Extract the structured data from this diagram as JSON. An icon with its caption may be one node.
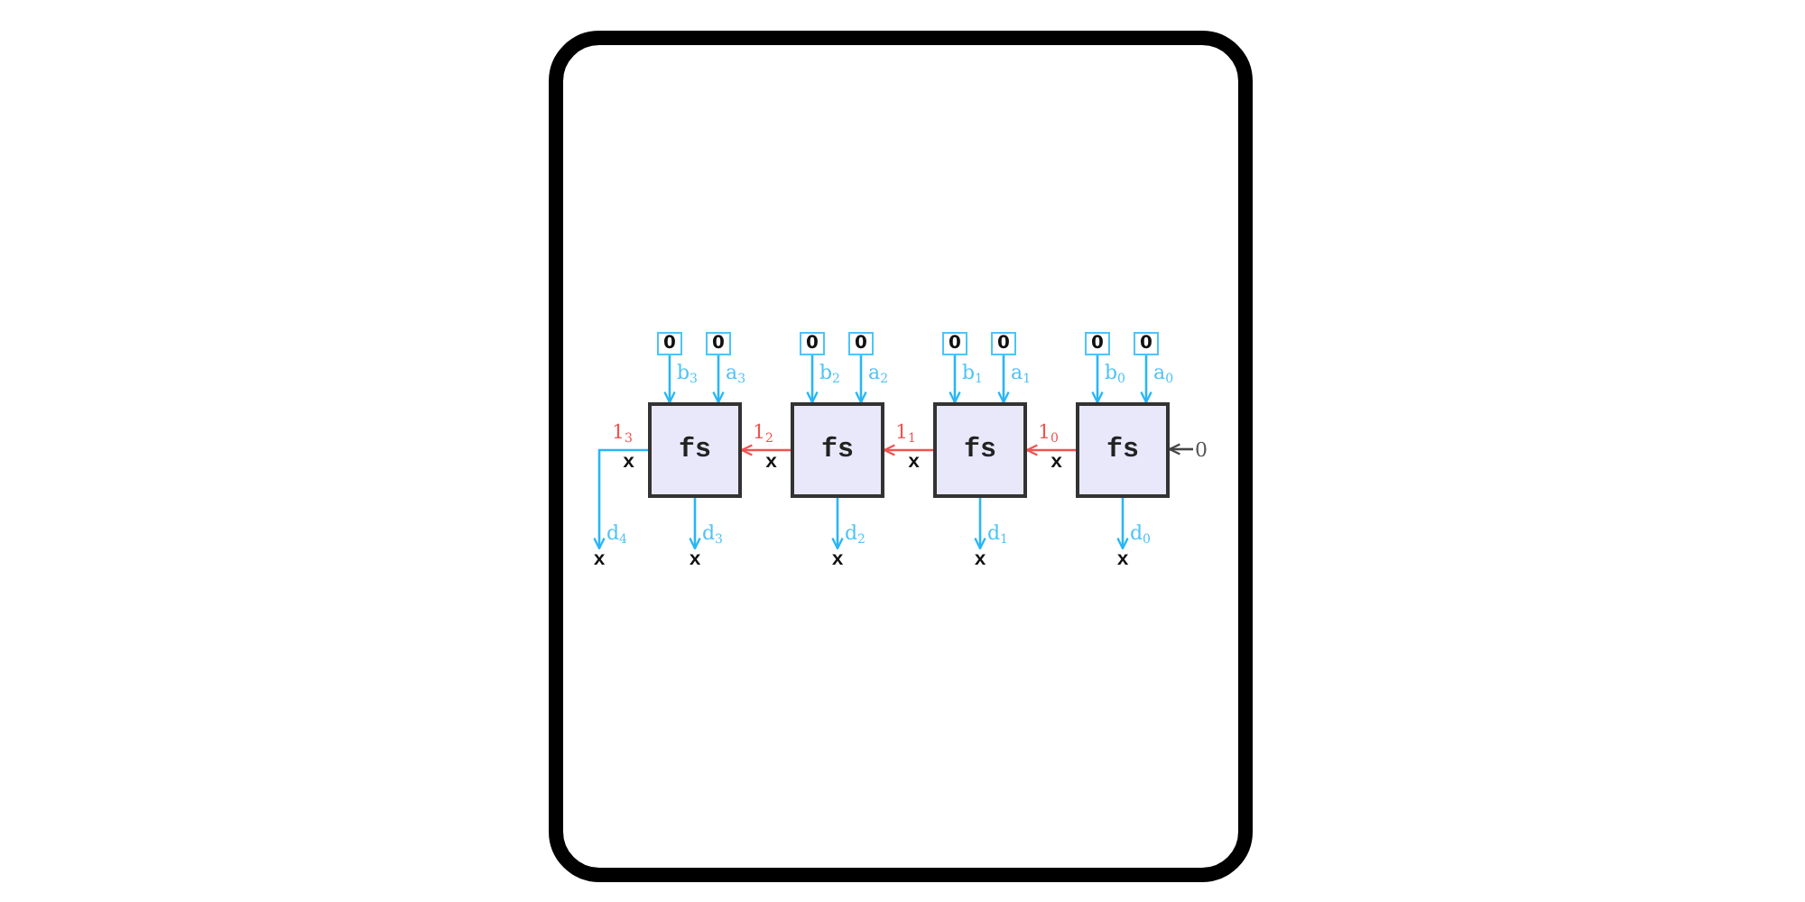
{
  "diagram": {
    "nodes": [
      {
        "text": [
          "0"
        ]
      },
      {
        "text": [
          "0"
        ]
      },
      {
        "text": [
          "0"
        ]
      },
      {
        "text": [
          "0"
        ]
      },
      {
        "text": [
          "0"
        ]
      },
      {
        "text": [
          "0"
        ]
      },
      {
        "text": [
          "0"
        ]
      },
      {
        "text": [
          "0"
        ]
      },
      {
        "text": [
          "fs"
        ]
      },
      {
        "text": [
          "fs"
        ]
      },
      {
        "text": [
          "fs"
        ]
      },
      {
        "text": [
          "fs"
        ]
      },
      {
        "text": [
          "0"
        ]
      },
      {
        "text": [
          "x"
        ]
      },
      {
        "text": [
          "x"
        ]
      },
      {
        "text": [
          "x"
        ]
      },
      {
        "text": [
          "x"
        ]
      },
      {
        "text": [
          "x"
        ]
      }
    ],
    "edges": [
      {
        "from": 0,
        "to": 8,
        "arrow": "to",
        "label": "b$_{3}$"
      },
      {
        "from": 1,
        "to": 8,
        "arrow": "to",
        "label": "a$_{3}$"
      },
      {
        "from": 2,
        "to": 9,
        "arrow": "to",
        "label": "b$_{2}$"
      },
      {
        "from": 3,
        "to": 9,
        "arrow": "to",
        "label": "a$_{2}$"
      },
      {
        "from": 4,
        "to": 10,
        "arrow": "to",
        "label": "b$_{1}$"
      },
      {
        "from": 5,
        "to": 10,
        "arrow": "to",
        "label": "a$_{1}$"
      },
      {
        "from": 6,
        "to": 11,
        "arrow": "to",
        "label": "b$_{0}$"
      },
      {
        "from": 7,
        "to": 11,
        "arrow": "to",
        "label": "a$_{0}$"
      },
      {
        "from": 12,
        "to": 11,
        "arrow": "to",
        "color": "#444444"
      },
      {
        "from": 11,
        "to": 10,
        "arrow": "to",
        "label": "1$_{0}$",
        "color": "#ef5350"
      },
      {
        "from": 10,
        "to": 9,
        "arrow": "to",
        "label": "1$_{1}$",
        "color": "#ef5350"
      },
      {
        "from": 9,
        "to": 8,
        "arrow": "to",
        "label": "1$_{2}$",
        "color": "#ef5350"
      },
      {
        "from": 8,
        "to": 13,
        "arrow": "to",
        "label": "1$_{3}$"
      },
      {
        "from": 8,
        "to": 14,
        "arrow": "to",
        "label": "d$_{3}$"
      },
      {
        "from": 9,
        "to": 15,
        "arrow": "to",
        "label": "d$_{2}$"
      },
      {
        "from": 10,
        "to": 16,
        "arrow": "to",
        "label": "d$_{1}$"
      },
      {
        "from": 11,
        "to": 17,
        "arrow": "to",
        "label": "d$_{0}$"
      }
    ],
    "labels": [
      "x",
      "x",
      "x",
      "x",
      "d$_{4}$"
    ]
  }
}
